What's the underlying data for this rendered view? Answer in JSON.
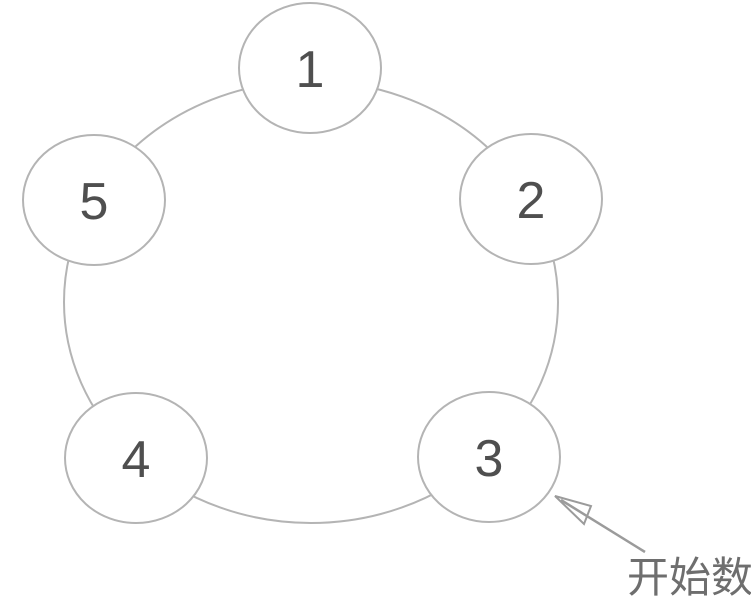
{
  "nodes": [
    {
      "label": "1"
    },
    {
      "label": "2"
    },
    {
      "label": "3"
    },
    {
      "label": "4"
    },
    {
      "label": "5"
    }
  ],
  "annotation": {
    "label": "开始数",
    "points_to_node": "3"
  },
  "colors": {
    "background": "#ffffff",
    "circle_outline": "#b4b4b4",
    "digit_text": "#4f4f4f",
    "annotation_text": "#6e6e6e",
    "arrow": "#9b9b9b"
  }
}
